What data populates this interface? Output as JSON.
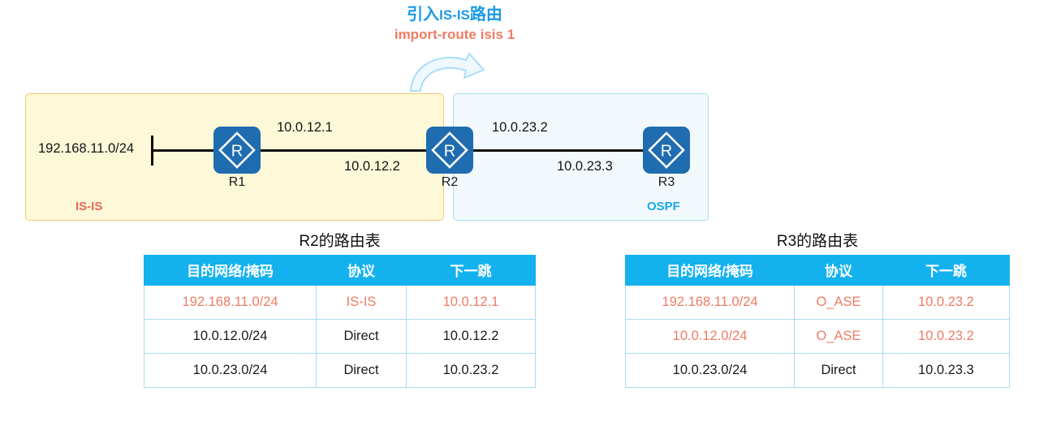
{
  "annotation": {
    "title_cn_1": "引入",
    "title_latin": "IS-IS",
    "title_cn_2": "路由",
    "command": "import-route isis 1",
    "title_color": "#1a9ae8",
    "command_color": "#ef7b63",
    "arrow_icon": "curved-arrow-icon"
  },
  "topology": {
    "zones": [
      {
        "id": "isis",
        "label": "IS-IS",
        "fill": "#fcf8d8",
        "border": "#f5c97a",
        "label_color": "#e8685a"
      },
      {
        "id": "ospf",
        "label": "OSPF",
        "fill": "#f2f9fd",
        "border": "#a8ddf5",
        "label_color": "#17a7e8"
      }
    ],
    "routers": [
      {
        "id": "r1",
        "name": "R1",
        "icon": "router-icon",
        "color": "#1f6cb0"
      },
      {
        "id": "r2",
        "name": "R2",
        "icon": "router-icon",
        "color": "#1f6cb0"
      },
      {
        "id": "r3",
        "name": "R3",
        "icon": "router-icon",
        "color": "#1f6cb0"
      }
    ],
    "ip_labels": {
      "stub_network": "192.168.11.0/24",
      "r1_to_r2": "10.0.12.1",
      "r2_to_r1": "10.0.12.2",
      "r2_to_r3": "10.0.23.2",
      "r3_to_r2": "10.0.23.3"
    }
  },
  "tables": [
    {
      "id": "r2-routing-table",
      "title": "R2的路由表",
      "headers": [
        "目的网络/掩码",
        "协议",
        "下一跳"
      ],
      "rows": [
        {
          "cells": [
            "192.168.11.0/24",
            "IS-IS",
            "10.0.12.1"
          ],
          "highlight": [
            true,
            true,
            true
          ]
        },
        {
          "cells": [
            "10.0.12.0/24",
            "Direct",
            "10.0.12.2"
          ],
          "highlight": [
            false,
            false,
            false
          ]
        },
        {
          "cells": [
            "10.0.23.0/24",
            "Direct",
            "10.0.23.2"
          ],
          "highlight": [
            false,
            false,
            false
          ]
        }
      ]
    },
    {
      "id": "r3-routing-table",
      "title": "R3的路由表",
      "headers": [
        "目的网络/掩码",
        "协议",
        "下一跳"
      ],
      "rows": [
        {
          "cells": [
            "192.168.11.0/24",
            "O_ASE",
            "10.0.23.2"
          ],
          "highlight": [
            true,
            true,
            true
          ]
        },
        {
          "cells": [
            "10.0.12.0/24",
            "O_ASE",
            "10.0.23.2"
          ],
          "highlight": [
            true,
            true,
            true
          ]
        },
        {
          "cells": [
            "10.0.23.0/24",
            "Direct",
            "10.0.23.3"
          ],
          "highlight": [
            false,
            false,
            false
          ]
        }
      ]
    }
  ],
  "colors": {
    "header_blue": "#13b2ef",
    "highlight_red": "#ef7b63",
    "router_blue": "#1f6cb0",
    "table_border": "#a9dcf4"
  }
}
